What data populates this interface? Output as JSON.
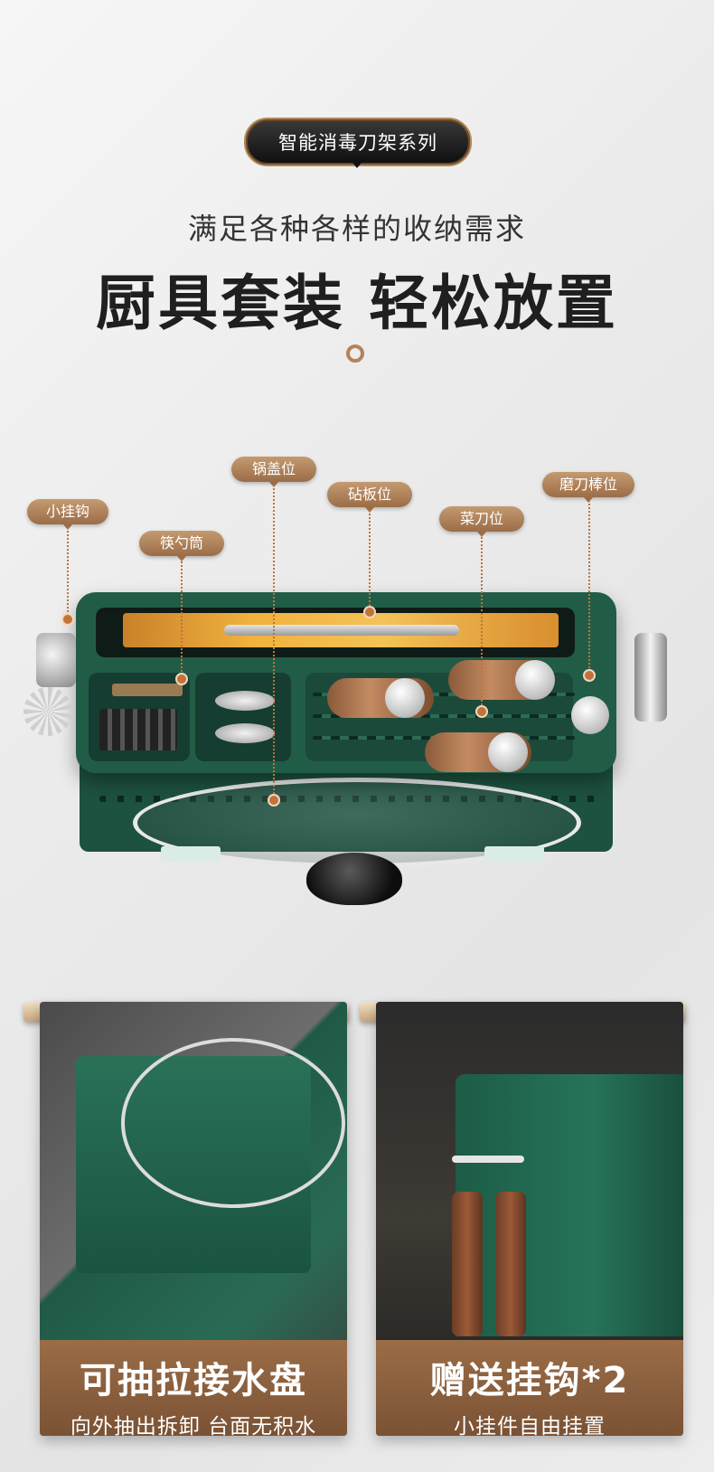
{
  "badge": {
    "label": "智能消毒刀架系列"
  },
  "headline": {
    "subtitle": "满足各种各样的收纳需求",
    "title": "厨具套装 轻松放置"
  },
  "callouts": {
    "small_hook": "小挂钩",
    "chopstick_holder": "筷勺筒",
    "lid_slot": "锅盖位",
    "board_slot": "砧板位",
    "knife_slot": "菜刀位",
    "sharpener_slot": "磨刀棒位"
  },
  "features": [
    {
      "title": "可抽拉接水盘",
      "subtitle": "向外抽出拆卸 台面无积水"
    },
    {
      "title": "赠送挂钩*2",
      "subtitle": "小挂件自由挂置"
    }
  ],
  "colors": {
    "accent": "#9b6d47",
    "product_green": "#215c47",
    "badge_bg": "#1a1a1a"
  }
}
